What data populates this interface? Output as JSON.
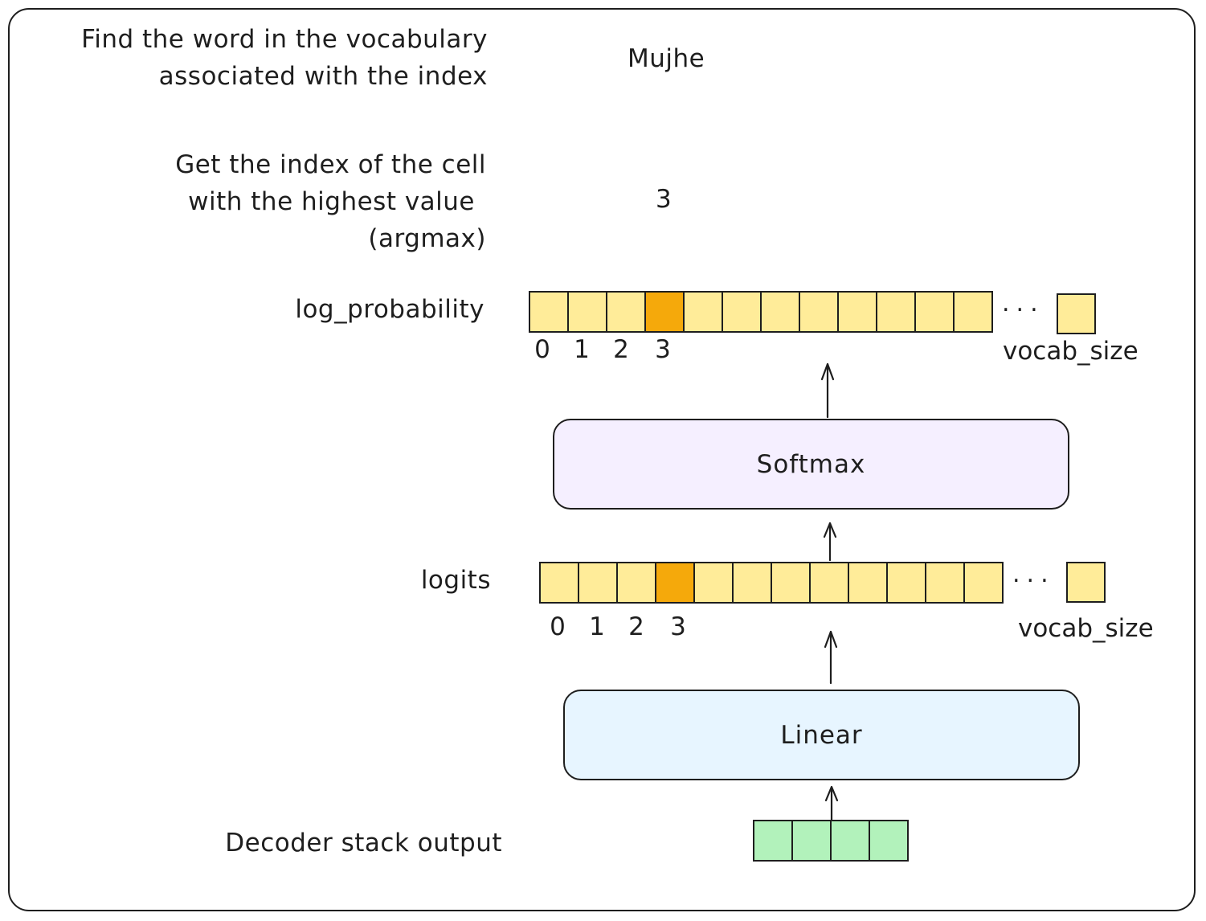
{
  "steps": {
    "lookup_line1": "Find the word in the vocabulary",
    "lookup_line2": "associated with the index",
    "argmax_line1": "Get the index of the cell",
    "argmax_line2": "with the highest value",
    "argmax_line3": "(argmax)",
    "log_prob_label": "log_probability",
    "logits_label": "logits",
    "decoder_label": "Decoder stack output"
  },
  "results": {
    "word": "Mujhe",
    "index": "3"
  },
  "blocks": {
    "softmax": "Softmax",
    "linear": "Linear"
  },
  "vectors": {
    "indices": [
      "0",
      "1",
      "2",
      "3"
    ],
    "ellipsis": "...",
    "size_label": "vocab_size",
    "visible_cells": 12,
    "highlight_index": 3,
    "decoder_cells": 4
  },
  "colors": {
    "cell": "#ffec99",
    "highlight": "#f5a90b",
    "softmax_fill": "#f5efff",
    "linear_fill": "#e7f5ff",
    "decoder_cell": "#b2f2bb"
  }
}
